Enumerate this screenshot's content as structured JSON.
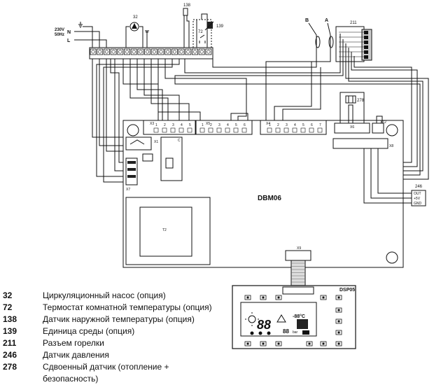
{
  "supply": {
    "voltage": "230V",
    "frequency": "50Hz",
    "terminal_n": "N",
    "terminal_l": "L"
  },
  "components": {
    "pump": "32",
    "outdoor_sensor": "138",
    "environment_unit": "139",
    "room_thermostat": "72",
    "burner_connector": "211",
    "pressure_sensor": "246",
    "dual_sensor": "278"
  },
  "cable_labels": {
    "b": "B",
    "a": "A"
  },
  "boards": {
    "main": "DBM06",
    "display": "DSP05"
  },
  "connectors": {
    "x3": "X3",
    "x5": "X5",
    "x4": "X4",
    "x6": "X6",
    "x12": "X12",
    "x8": "X8",
    "x1": "X1",
    "x7": "X7",
    "x9": "X9",
    "t2": "T2",
    "c": "C",
    "x3_pins": [
      "1",
      "2",
      "3",
      "4",
      "5"
    ],
    "x5_pins": [
      "1",
      "2",
      "3",
      "4",
      "5",
      "6"
    ],
    "x4_pins": [
      "1",
      "2",
      "3",
      "4",
      "5",
      "6",
      "7"
    ]
  },
  "pressure_pins": [
    "OUT",
    "+5V",
    "GND"
  ],
  "display": {
    "temp_big": "88",
    "temp_small": "-88°C",
    "bar_value": "88",
    "bar_unit": "bar"
  },
  "legend": [
    {
      "num": "32",
      "text": "Циркуляционный насос (опция)"
    },
    {
      "num": "72",
      "text": "Термостат комнатной температуры (опция)"
    },
    {
      "num": "138",
      "text": "Датчик наружной температуры (опция)"
    },
    {
      "num": "139",
      "text": "Единица среды (опция)"
    },
    {
      "num": "211",
      "text": "Разъем горелки"
    },
    {
      "num": "246",
      "text": "Датчик давления"
    },
    {
      "num": "278",
      "text": "Сдвоенный датчик (отопление + безопасность)"
    }
  ]
}
